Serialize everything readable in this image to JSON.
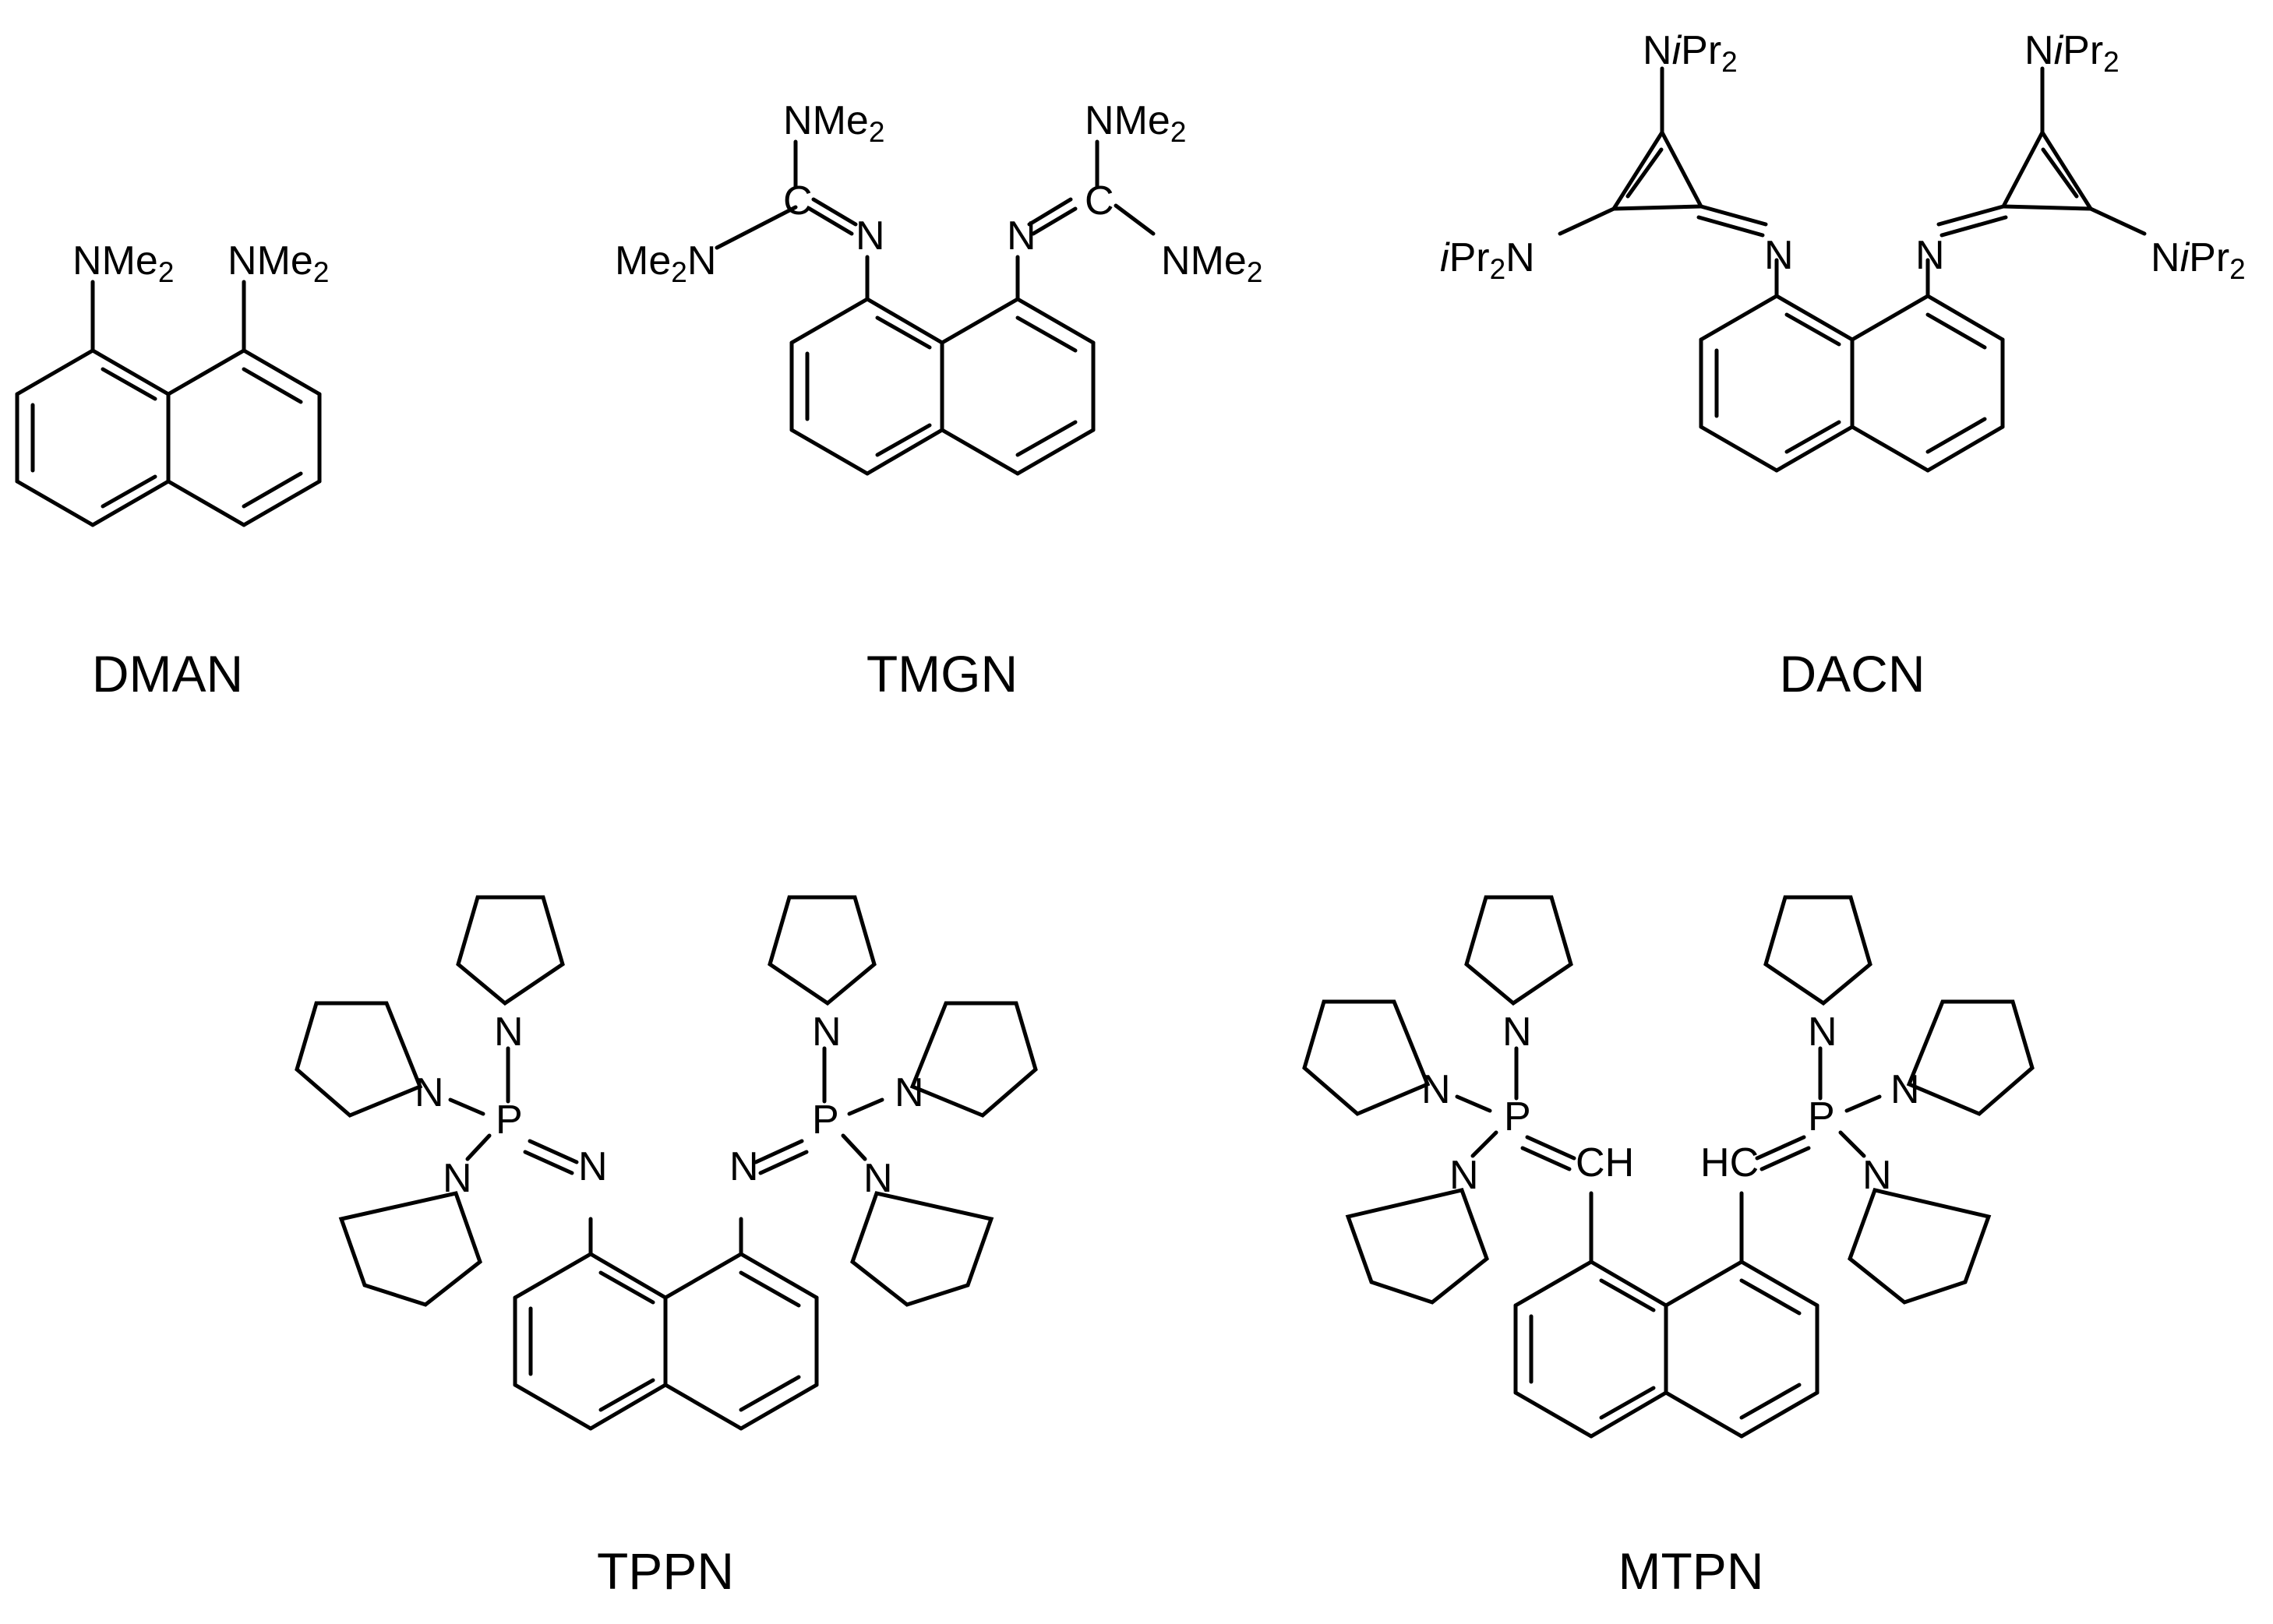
{
  "compounds": [
    {
      "name": "DMAN",
      "left_group": "NMe2",
      "right_group": "NMe2"
    },
    {
      "name": "TMGN",
      "left_group": "Me2N",
      "right_group": "NMe2",
      "upper_group": "NMe2",
      "center_atom": "C",
      "imine_atom": "N"
    },
    {
      "name": "DACN",
      "left_group": "iPr2N",
      "right_group": "NiPr2",
      "upper_group": "NiPr2",
      "imine_atom": "N"
    },
    {
      "name": "TPPN",
      "core_atom": "P",
      "link_atom": "N",
      "ring_atom": "N"
    },
    {
      "name": "MTPN",
      "core_atom": "P",
      "link_left": "CH",
      "link_right": "HC",
      "ring_atom": "N"
    }
  ]
}
